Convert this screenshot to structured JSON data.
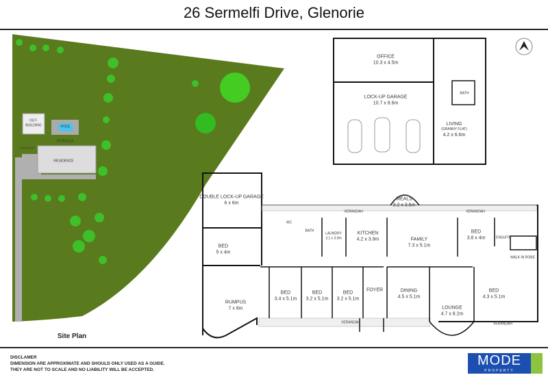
{
  "title": "26 Sermelfi Drive, Glenorie",
  "site_plan": {
    "label": "Site Plan",
    "out_building": [
      "OUT-",
      "BUILDING"
    ],
    "pool": "POOL",
    "pergola": "PERGOLA",
    "driveway": "DRIVEWAY",
    "residence": "RESIDENCE"
  },
  "outbuilding": {
    "office": {
      "name": "OFFICE",
      "size": "10.3 x 4.5m"
    },
    "garage": {
      "name": "LOCK-UP GARAGE",
      "size": "10.7 x 8.6m"
    },
    "living": {
      "name": "LIVING",
      "sub": "(GRANNY FLAT)",
      "size": "4.2 x 6.6m"
    },
    "bath": "BATH"
  },
  "house": {
    "double_garage": {
      "name": "DOUBLE LOCK-UP GARAGE",
      "size": "6 x 6m"
    },
    "bed1": {
      "name": "BED",
      "size": "5 x 4m"
    },
    "rumpus": {
      "name": "RUMPUS",
      "size": "7 x 8m"
    },
    "bed2": {
      "name": "BED",
      "size": "3.4 x 5.1m"
    },
    "bed3": {
      "name": "BED",
      "size": "3.2 x 5.1m"
    },
    "bed4": {
      "name": "BED",
      "size": "3.2 x 5.1m"
    },
    "foyer": "FOYER",
    "laundry": {
      "name": "LAUNDRY",
      "size": "3.1 x 3.9m"
    },
    "kitchen": {
      "name": "KITCHEN",
      "size": "4.2 x 3.9m"
    },
    "meals": {
      "name": "MEALS",
      "size": "3.2 x 3.5m"
    },
    "family": {
      "name": "FAMILY",
      "size": "7.3 x 5.1m"
    },
    "dining": {
      "name": "DINING",
      "size": "4.5 x 5.1m"
    },
    "lounge": {
      "name": "LOUNGE",
      "size": "4.7 x 8.2m"
    },
    "bed5": {
      "name": "BED",
      "size": "3.8 x 4m"
    },
    "bed6": {
      "name": "BED",
      "size": "4.3 x 5.1m"
    },
    "ensuite": "ENSUITE",
    "walk_in_robe": "WALK IN ROBE",
    "bath": "BATH",
    "wc": "WC",
    "verandah": "VERANDAH"
  },
  "disclaimer": [
    "DISCLAMER",
    "DIMENSION ARE APPROXIMATE AND SHOULD ONLY USED AS A  GUIDE.",
    "THEY ARE NOT TO SCALE AND NO LIABILITY WILL BE ACCEPTED."
  ],
  "logo": {
    "main": "MODE",
    "sub": "PROPERTY"
  },
  "colors": {
    "grass": "#5a7a1e",
    "logo_blue": "#1c4fb0",
    "logo_green": "#8cc43f"
  }
}
